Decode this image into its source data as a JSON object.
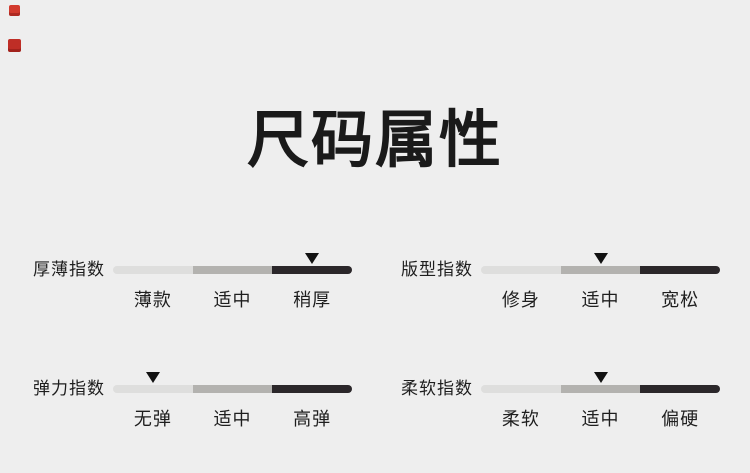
{
  "page": {
    "title": "尺码属性",
    "background_color": "#eeeeee",
    "title_color": "#1a1a1a"
  },
  "decorations": {
    "top_left_markers": [
      {
        "icon": "red-square-icon",
        "color": "#d23a2e"
      },
      {
        "icon": "red-square-icon",
        "color": "#bf2e26"
      }
    ]
  },
  "bar": {
    "segment_colors": [
      "#dededd",
      "#b3b2af",
      "#2b272a"
    ],
    "marker_color": "#111111",
    "marker_icon": "down-triangle-icon"
  },
  "indicators": [
    {
      "id": "thickness",
      "label": "厚薄指数",
      "levels": [
        "薄款",
        "适中",
        "稍厚"
      ],
      "active": 2,
      "active_label": "稍厚"
    },
    {
      "id": "fit",
      "label": "版型指数",
      "levels": [
        "修身",
        "适中",
        "宽松"
      ],
      "active": 1,
      "active_label": "适中"
    },
    {
      "id": "stretch",
      "label": "弹力指数",
      "levels": [
        "无弹",
        "适中",
        "高弹"
      ],
      "active": 0,
      "active_label": "无弹"
    },
    {
      "id": "softness",
      "label": "柔软指数",
      "levels": [
        "柔软",
        "适中",
        "偏硬"
      ],
      "active": 1,
      "active_label": "适中"
    }
  ]
}
